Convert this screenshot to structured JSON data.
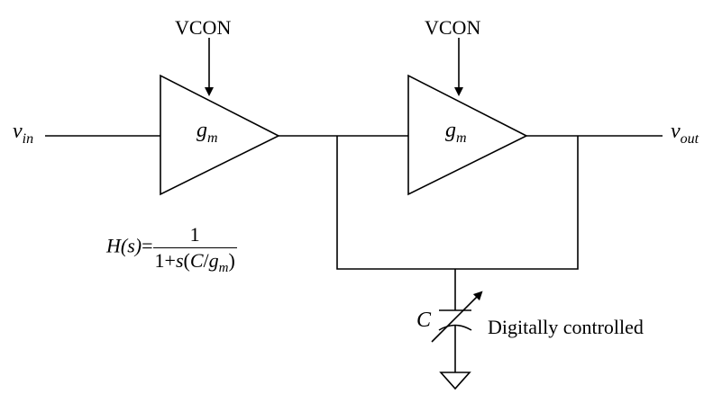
{
  "amplifiers": [
    {
      "control_label": "VCON",
      "gain_symbol": "g",
      "gain_subscript": "m"
    },
    {
      "control_label": "VCON",
      "gain_symbol": "g",
      "gain_subscript": "m"
    }
  ],
  "input": {
    "symbol": "v",
    "subscript": "in"
  },
  "output": {
    "symbol": "v",
    "subscript": "out"
  },
  "transfer_function": {
    "lhs": "H(s)",
    "equals": "=",
    "numerator": "1",
    "denominator_prefix": "1+",
    "denominator_s": "s",
    "denominator_open": "(",
    "denominator_c": "C",
    "denominator_slash": "/",
    "denominator_g": "g",
    "denominator_sub": "m",
    "denominator_close": ")"
  },
  "capacitor": {
    "symbol": "C",
    "note": "Digitally controlled"
  }
}
